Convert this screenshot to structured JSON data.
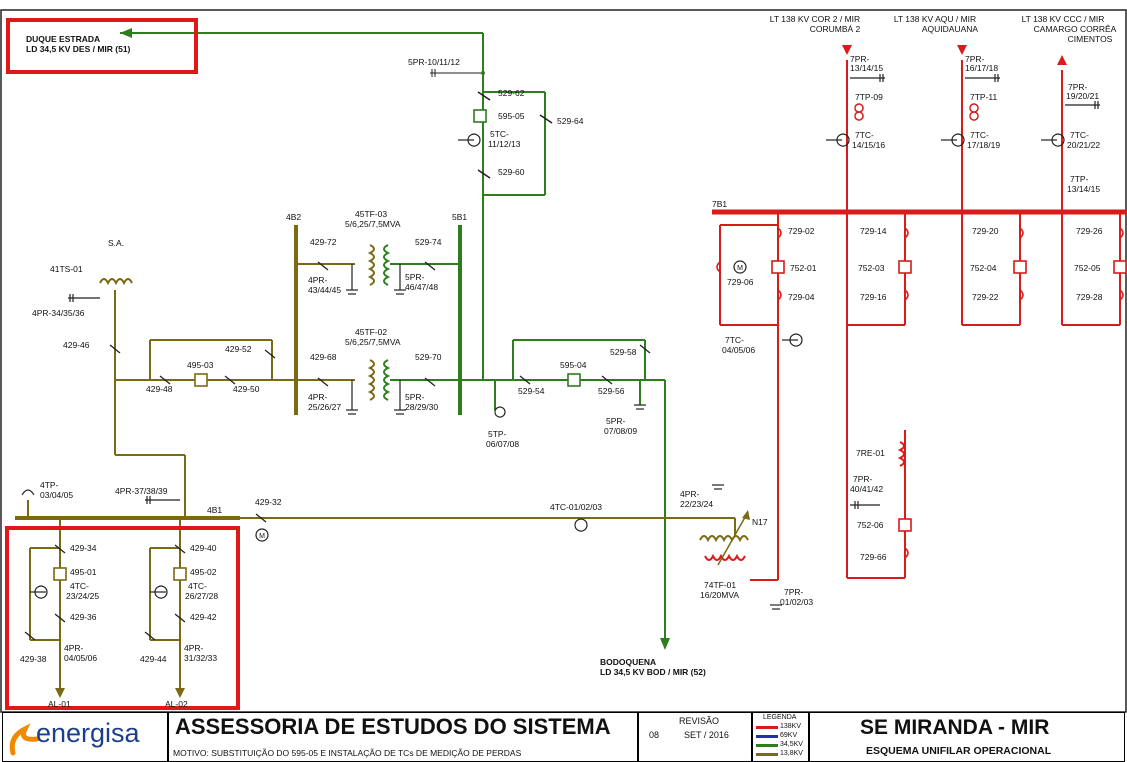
{
  "feeders": {
    "duque_estrada": {
      "line1": "DUQUE ESTRADA",
      "line2": "LD 34,5 KV DES / MIR (51)"
    },
    "bodoquena": {
      "line1": "BODOQUENA",
      "line2": "LD 34,5 KV BOD / MIR (52)"
    },
    "lt_corumba": {
      "line1": "LT 138 KV COR 2 / MIR",
      "line2": "CORUMBÁ 2"
    },
    "lt_aquidauana": {
      "line1": "LT 138 KV AQU / MIR",
      "line2": "AQUIDAUANA"
    },
    "lt_camargo": {
      "line1": "LT 138 KV CCC / MIR",
      "line2": "CAMARGO CORRÊA",
      "line3": "CIMENTOS"
    },
    "al01": "AL-01",
    "al02": "AL-02"
  },
  "buses": {
    "b4b2": "4B2",
    "b5b1": "5B1",
    "b7b1": "7B1",
    "b4b1": "4B1",
    "sa": "S.A."
  },
  "transformers": {
    "t45tf03": {
      "line1": "45TF-03",
      "line2": "5/6,25/7,5MVA"
    },
    "t45tf02": {
      "line1": "45TF-02",
      "line2": "5/6,25/7,5MVA"
    },
    "t74tf01": {
      "line1": "74TF-01",
      "line2": "16/20MVA"
    },
    "t41ts01": "41TS-01",
    "n17": "N17"
  },
  "labels": {
    "s529_62": "529-62",
    "s595_05": "595-05",
    "s529_64": "529-64",
    "tc5_a": "5TC-",
    "tc5_b": "11/12/13",
    "s529_60": "529-60",
    "pr5_10_a": "5PR-10/11/12",
    "s429_72": "429-72",
    "s529_74": "529-74",
    "pr4_43_a": "4PR-",
    "pr4_43_b": "43/44/45",
    "pr5_46_a": "5PR-",
    "pr5_46_b": "46/47/48",
    "pr4_34_a": "4PR-34/35/36",
    "s429_46": "429-46",
    "s495_03": "495-03",
    "s429_52": "429-52",
    "s429_48": "429-48",
    "s429_50": "429-50",
    "s429_68": "429-68",
    "s529_70": "529-70",
    "pr4_25_a": "4PR-",
    "pr4_25_b": "25/26/27",
    "pr5_28_a": "5PR-",
    "pr5_28_b": "28/29/30",
    "tp5_a": "5TP-",
    "tp5_b": "06/07/08",
    "s529_54": "529-54",
    "s595_04": "595-04",
    "s529_58": "529-58",
    "s529_56": "529-56",
    "pr5_07_a": "5PR-",
    "pr5_07_b": "07/08/09",
    "tp4_03_a": "4TP-",
    "tp4_03_b": "03/04/05",
    "pr4_37": "4PR-37/38/39",
    "s429_32": "429-32",
    "tc4_01": "4TC-01/02/03",
    "pr4_22_a": "4PR-",
    "pr4_22_b": "22/23/24",
    "s429_34": "429-34",
    "s495_01": "495-01",
    "tc4_23_a": "4TC-",
    "tc4_23_b": "23/24/25",
    "s429_36": "429-36",
    "s429_38": "429-38",
    "pr4_04_a": "4PR-",
    "pr4_04_b": "04/05/06",
    "s429_40": "429-40",
    "s495_02": "495-02",
    "tc4_26_a": "4TC-",
    "tc4_26_b": "26/27/28",
    "s429_42": "429-42",
    "s429_44": "429-44",
    "pr4_31_a": "4PR-",
    "pr4_31_b": "31/32/33",
    "pr7_13_a": "7PR-",
    "pr7_13_b": "13/14/15",
    "tp7_09": "7TP-09",
    "tc7_14_a": "7TC-",
    "tc7_14_b": "14/15/16",
    "pr7_16_a": "7PR-",
    "pr7_16_b": "16/17/18",
    "tp7_11": "7TP-11",
    "tc7_17_a": "7TC-",
    "tc7_17_b": "17/18/19",
    "pr7_19_a": "7PR-",
    "pr7_19_b": "19/20/21",
    "tc7_20_a": "7TC-",
    "tc7_20_b": "20/21/22",
    "tp7_13_a": "7TP-",
    "tp7_13_b": "13/14/15",
    "s729_02": "729-02",
    "s752_01": "752-01",
    "s729_04": "729-04",
    "s729_06": "729-06",
    "s729_14": "729-14",
    "s752_03": "752-03",
    "s729_16": "729-16",
    "s729_20": "729-20",
    "s752_04": "752-04",
    "s729_22": "729-22",
    "s729_26": "729-26",
    "s752_05": "752-05",
    "s729_28": "729-28",
    "tc7_04_a": "7TC-",
    "tc7_04_b": "04/05/06",
    "re7_01": "7RE-01",
    "pr7_40_a": "7PR-",
    "pr7_40_b": "40/41/42",
    "s752_06": "752-06",
    "s729_66": "729-66",
    "pr7_01_a": "7PR-",
    "pr7_01_b": "01/02/03",
    "motor": "M"
  },
  "title_block": {
    "logo": "energisa",
    "title": "ASSESSORIA DE ESTUDOS DO SISTEMA",
    "motivo": "MOTIVO: SUBSTITUIÇÃO DO 595-05 E INSTALAÇÃO DE TCs DE MEDIÇÃO DE PERDAS",
    "revisao_label": "REVISÃO",
    "revisao_num": "08",
    "revisao_date": "SET / 2016",
    "legend_label": "LEGENDA",
    "legend": [
      {
        "label": "138KV",
        "color": "#d81b1b"
      },
      {
        "label": "69KV",
        "color": "#1f2fa8"
      },
      {
        "label": "34,5KV",
        "color": "#2e7d1e"
      },
      {
        "label": "13,8KV",
        "color": "#7a6a14"
      }
    ],
    "station_title": "SE MIRANDA - MIR",
    "station_sub": "ESQUEMA UNIFILAR OPERACIONAL"
  },
  "colors": {
    "kv138": "#d81b1b",
    "kv34": "#2e7d1e",
    "kv13": "#7a6a14",
    "highlight": "#e01818"
  }
}
